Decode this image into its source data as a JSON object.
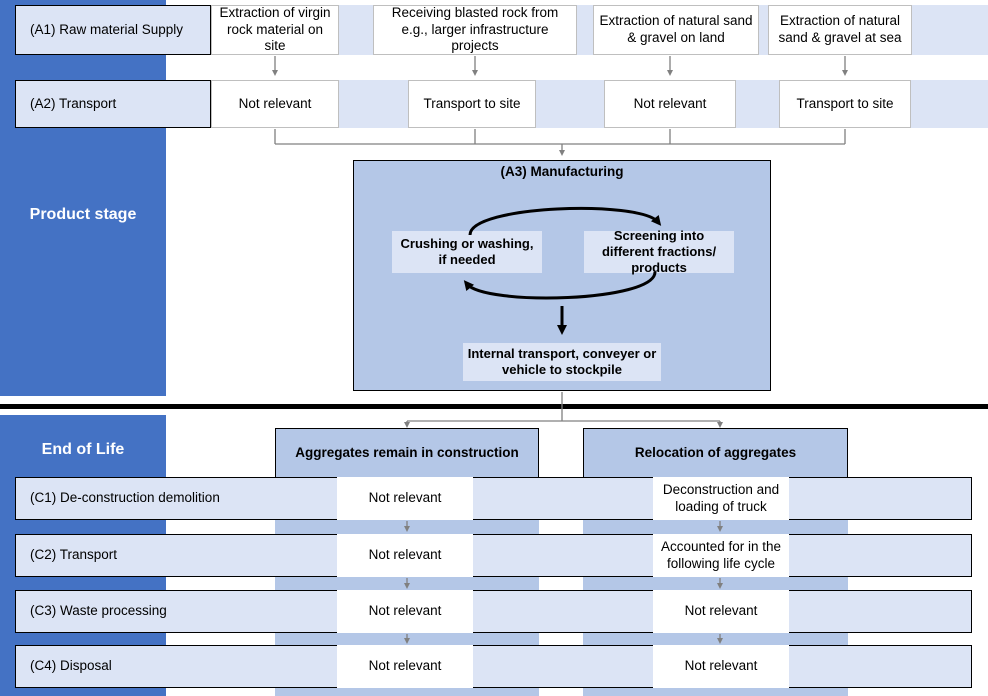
{
  "stages": {
    "product": {
      "label": "Product stage"
    },
    "eol": {
      "label": "End of Life"
    }
  },
  "rows": {
    "a1": {
      "label": "(A1) Raw material Supply"
    },
    "a2": {
      "label": "(A2) Transport"
    },
    "c1": {
      "label": "(C1) De-construction demolition"
    },
    "c2": {
      "label": "(C2) Transport"
    },
    "c3": {
      "label": "(C3) Waste processing"
    },
    "c4": {
      "label": "(C4) Disposal"
    }
  },
  "a1_cells": [
    {
      "text": "Extraction of virgin rock material on site"
    },
    {
      "text": "Receiving blasted rock from e.g., larger infrastructure projects"
    },
    {
      "text": "Extraction of natural sand & gravel on land"
    },
    {
      "text": "Extraction of natural sand & gravel at sea"
    }
  ],
  "a2_cells": [
    {
      "text": "Not relevant"
    },
    {
      "text": "Transport to site"
    },
    {
      "text": "Not relevant"
    },
    {
      "text": "Transport to site"
    }
  ],
  "manufacturing": {
    "title": "(A3) Manufacturing",
    "left_box": "Crushing or washing, if needed",
    "right_box": "Screening into different fractions/ products",
    "bottom_box": "Internal transport, conveyer or vehicle to stockpile"
  },
  "eol_headers": [
    {
      "text": "Aggregates remain in construction"
    },
    {
      "text": "Relocation of aggregates"
    }
  ],
  "eol_cells": {
    "c1": [
      {
        "text": "Not relevant"
      },
      {
        "text": "Deconstruction and loading of truck"
      }
    ],
    "c2": [
      {
        "text": "Not relevant"
      },
      {
        "text": "Accounted for in the following life cycle"
      }
    ],
    "c3": [
      {
        "text": "Not relevant"
      },
      {
        "text": "Not relevant"
      }
    ],
    "c4": [
      {
        "text": "Not relevant"
      },
      {
        "text": "Not relevant"
      }
    ]
  },
  "colors": {
    "rail": "#4472C4",
    "band": "#B4C7E7",
    "pale": "#DCE4F5",
    "connector": "#808080",
    "divider": "#000000"
  }
}
